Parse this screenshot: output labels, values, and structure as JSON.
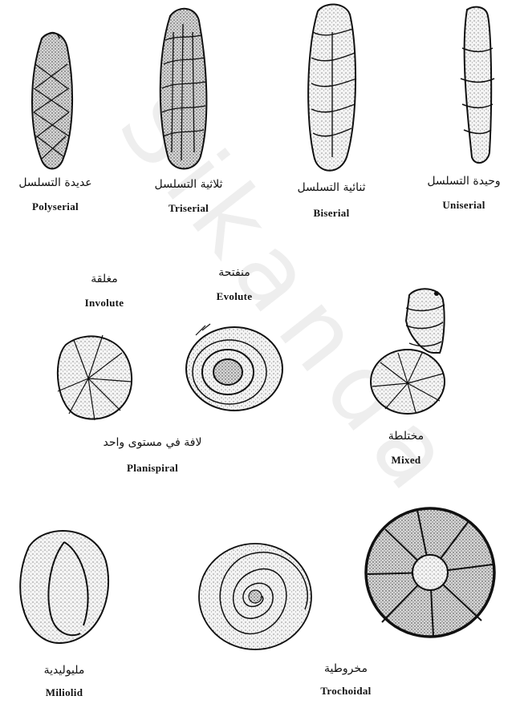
{
  "watermark": "Sikanda",
  "rows": [
    {
      "id": "row-1",
      "items": [
        {
          "key": "polyserial",
          "arabic": "عديدة التسلسل",
          "english": "Polyserial"
        },
        {
          "key": "triserial",
          "arabic": "ثلاثية التسلسل",
          "english": "Triserial"
        },
        {
          "key": "biserial",
          "arabic": "ثنائية التسلسل",
          "english": "Biserial"
        },
        {
          "key": "uniserial",
          "arabic": "وحيدة التسلسل",
          "english": "Uniserial"
        }
      ]
    },
    {
      "id": "row-2",
      "subtypes": [
        {
          "key": "involute",
          "arabic": "مغلقة",
          "english": "Involute"
        },
        {
          "key": "evolute",
          "arabic": "منفتحة",
          "english": "Evolute"
        }
      ],
      "items": [
        {
          "key": "planispiral",
          "arabic": "لافة في مستوى واحد",
          "english": "Planispiral"
        },
        {
          "key": "mixed",
          "arabic": "مختلطة",
          "english": "Mixed"
        }
      ]
    },
    {
      "id": "row-3",
      "items": [
        {
          "key": "miliolid",
          "arabic": "مليوليدية",
          "english": "Miliolid"
        },
        {
          "key": "trochoidal",
          "arabic": "مخروطية",
          "english": "Trochoidal"
        }
      ]
    }
  ]
}
